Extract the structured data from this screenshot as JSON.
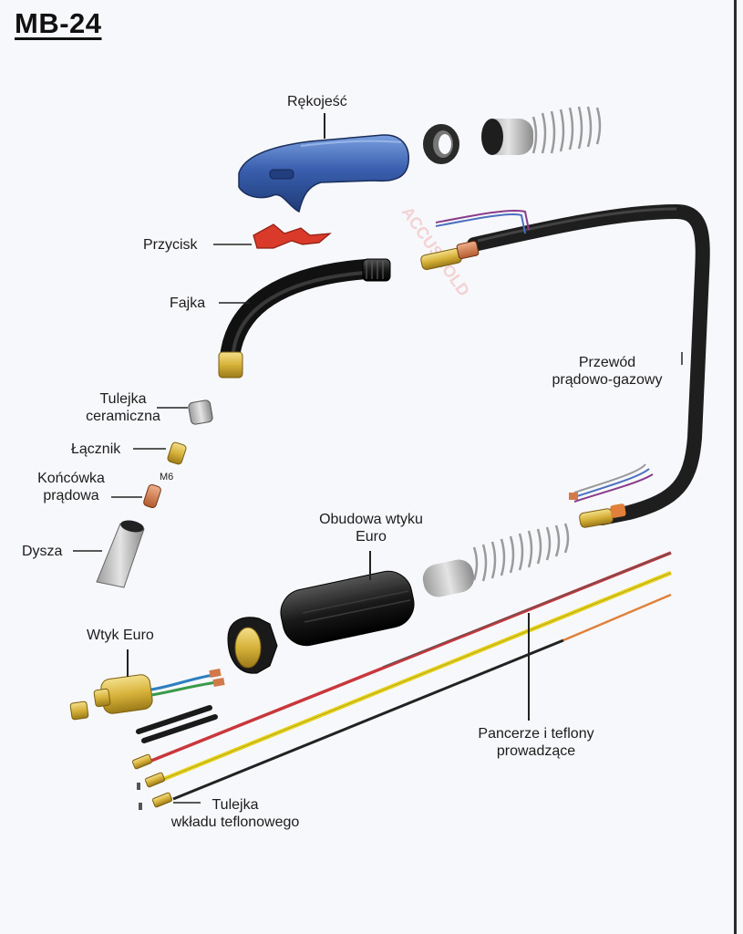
{
  "title": "MB-24",
  "watermark": "ACCUSHOLD",
  "labels": {
    "handle": "Rękojeść",
    "button": "Przycisk",
    "neck": "Fajka",
    "ceramic_sleeve_line1": "Tulejka",
    "ceramic_sleeve_line2": "ceramiczna",
    "connector": "Łącznik",
    "connector_thread": "M6",
    "contact_tip_line1": "Końcówka",
    "contact_tip_line2": "prądowa",
    "nozzle": "Dysza",
    "cable_line1": "Przewód",
    "cable_line2": "prądowo-gazowy",
    "euro_housing_line1": "Obudowa wtyku",
    "euro_housing_line2": "Euro",
    "euro_plug": "Wtyk Euro",
    "liners_line1": "Pancerze i teflony",
    "liners_line2": "prowadzące",
    "teflon_sleeve_line1": "Tulejka",
    "teflon_sleeve_line2": "wkładu teflonowego"
  },
  "colors": {
    "handle": "#3a5fae",
    "button": "#d93a2a",
    "cable": "#1e1e1e",
    "brass": "#d7b23a",
    "copper": "#d2794a",
    "liner_red": "#c8373c",
    "liner_yellow": "#e6d21e",
    "liner_black": "#222222",
    "spring": "#bfbfbf"
  }
}
